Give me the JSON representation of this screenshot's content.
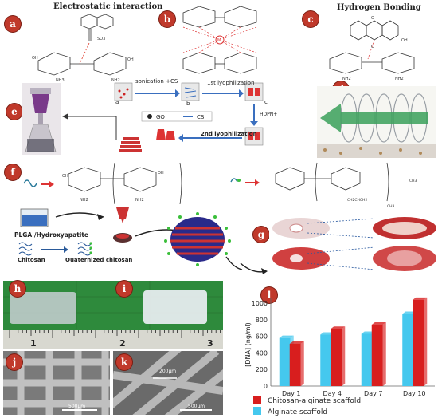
{
  "panels": {
    "a": {
      "label": "a",
      "title": "Electrostatic interaction"
    },
    "b": {
      "label": "b"
    },
    "c": {
      "label": "c",
      "title": "Hydrogen Bonding"
    },
    "d": {
      "label": "d"
    },
    "e": {
      "label": "e"
    },
    "f": {
      "label": "f"
    },
    "g": {
      "label": "g"
    },
    "h": {
      "label": "h"
    },
    "i": {
      "label": "i"
    },
    "j": {
      "label": "j",
      "scale": "500μm"
    },
    "k": {
      "label": "k",
      "scale1": "200μm",
      "scale2": "500μm"
    },
    "l": {
      "label": "l"
    }
  },
  "process": {
    "step1": "sonication +CS",
    "step2": "1st lyophilization",
    "step3": "HDPN+",
    "step4": "2nd lyophilization",
    "beaker_a": "a",
    "beaker_b": "b",
    "beaker_c": "c",
    "legend_go": "GO",
    "legend_cs": "CS"
  },
  "fabrication": {
    "plga": "PLGA /Hydroxyapatite",
    "chitosan": "Chitosan",
    "quaternized": "Quaternized chitosan"
  },
  "ruler": {
    "ticks": [
      "1",
      "2",
      "3"
    ]
  },
  "colors": {
    "chitosan_alginate": "#d81e1e",
    "alginate": "#45c8ee",
    "badge": "#c0392b"
  },
  "chart_data": {
    "type": "bar",
    "categories": [
      "Day 1",
      "Day 4",
      "Day 7",
      "Day 10"
    ],
    "ylabel": "[DNA] (ng/ml)",
    "ylim": [
      0,
      1000
    ],
    "yticks": [
      "0",
      "200",
      "400",
      "600",
      "800",
      "1000"
    ],
    "series": [
      {
        "name": "Chitosan-alginate scaffold",
        "values": [
          510,
          690,
          740,
          1040
        ]
      },
      {
        "name": "Alginate scaffold",
        "values": [
          580,
          620,
          630,
          870
        ]
      }
    ],
    "legend": "bottom"
  }
}
